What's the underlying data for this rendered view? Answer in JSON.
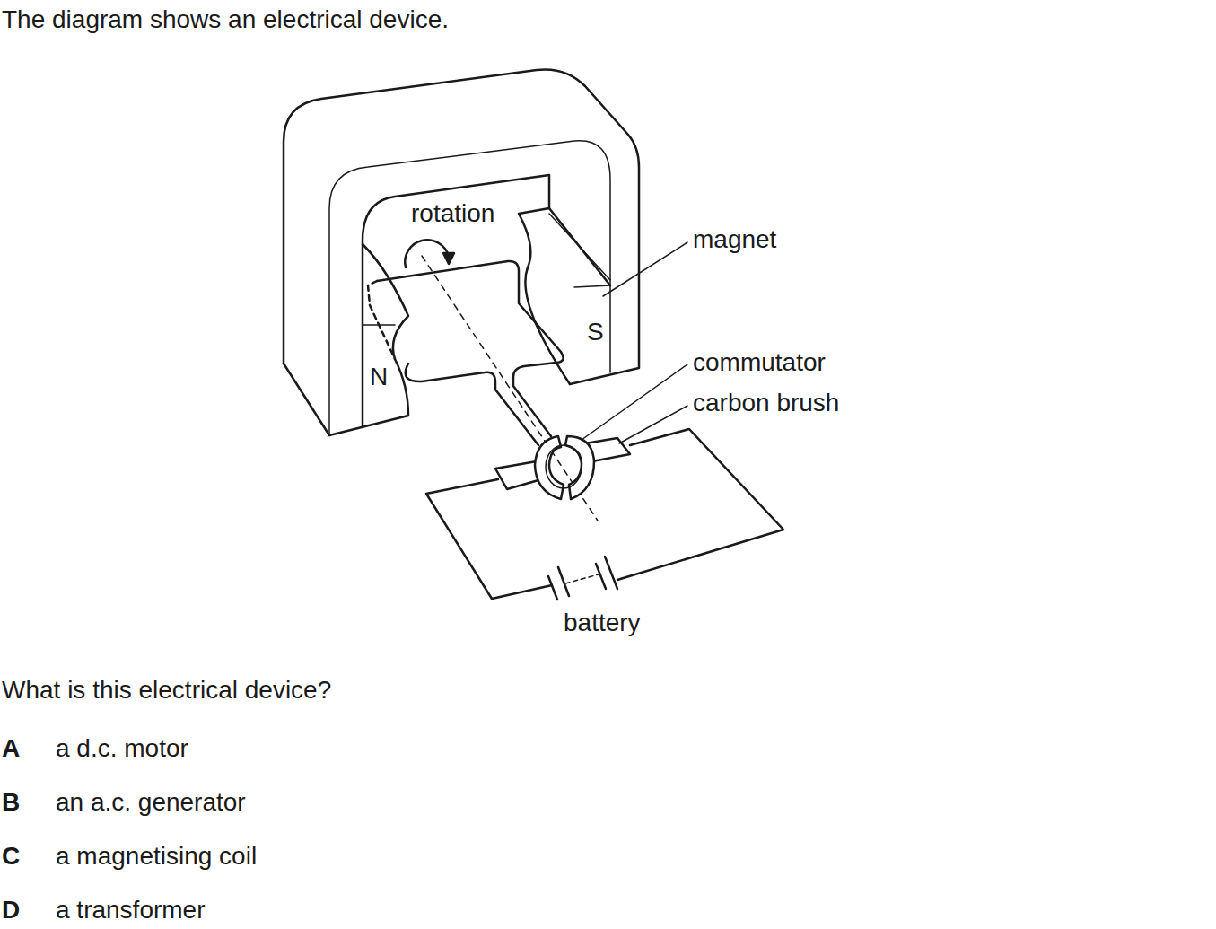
{
  "diagram": {
    "title": "The diagram shows an electrical device.",
    "labels": [
      "rotation",
      "magnet",
      "N",
      "S",
      "commutator",
      "carbon brush",
      "battery",
      "What is this electrical device?",
      "A",
      "a d.c. motor",
      "B",
      "an a.c. generator",
      "C",
      "a magnetising coil",
      "D",
      "a transformer"
    ]
  }
}
